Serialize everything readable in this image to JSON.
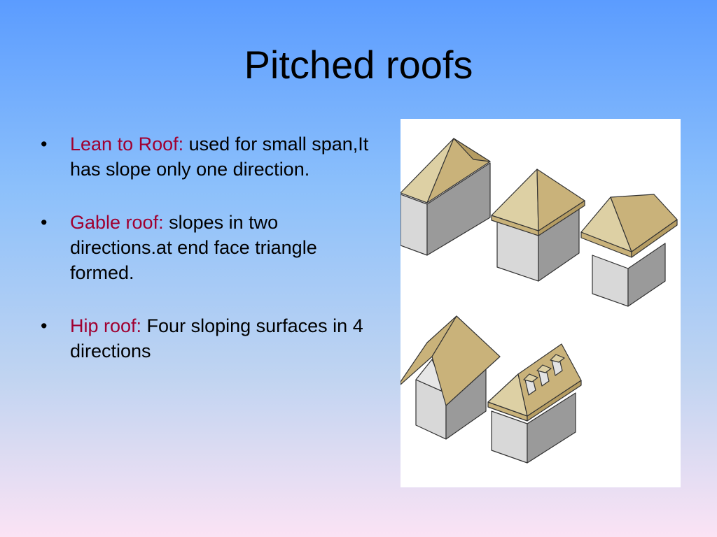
{
  "slide": {
    "title": "Pitched roofs",
    "bullets": [
      {
        "term": "Lean to Roof:",
        "text": " used for small span,It has slope only one direction."
      },
      {
        "term": "Gable roof:",
        "text": " slopes in two directions.at end face triangle formed."
      },
      {
        "term": "Hip roof:",
        "text": " Four sloping surfaces in 4 directions"
      }
    ],
    "bullet_char": "•"
  },
  "colors": {
    "term": "#a00030",
    "roof": "#d9c89a",
    "wall": "#d6d6d6"
  },
  "figure": {
    "icons": [
      "pyramid-roof-house-icon",
      "pyramid-roof-overhang-house-icon",
      "hipped-roof-house-icon",
      "gable-roof-house-icon",
      "hip-roof-dormers-house-icon"
    ]
  }
}
